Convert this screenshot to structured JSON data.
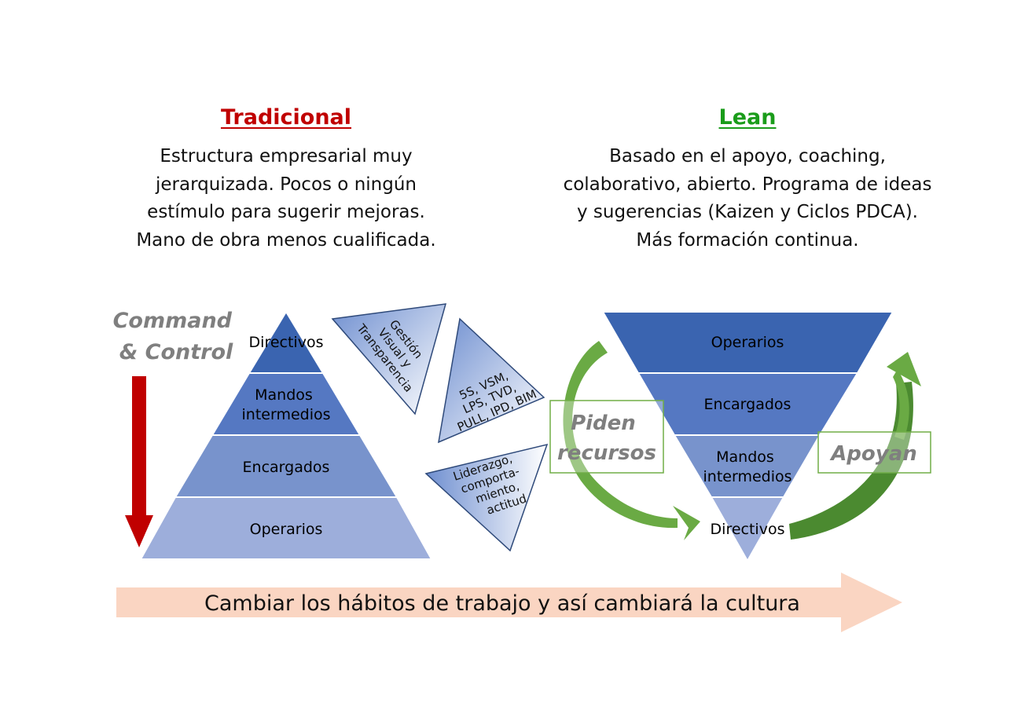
{
  "traditional": {
    "title": "Tradicional",
    "title_color": "#c00000",
    "description_lines": [
      "Estructura empresarial muy",
      "jerarquizada. Pocos o ningún",
      "estímulo para sugerir mejoras.",
      "Mano de obra menos cualificada."
    ],
    "side_label_lines": [
      "Command",
      "& Control"
    ],
    "pyramid_levels": [
      {
        "lines": [
          "Directivos"
        ],
        "color": "#3a64b0"
      },
      {
        "lines": [
          "Mandos",
          "intermedios"
        ],
        "color": "#5578c2"
      },
      {
        "lines": [
          "Encargados"
        ],
        "color": "#7893cc"
      },
      {
        "lines": [
          "Operarios"
        ],
        "color": "#9daedb"
      }
    ]
  },
  "lean": {
    "title": "Lean",
    "title_color": "#1a9c1a",
    "description_lines": [
      "Basado en el apoyo, coaching,",
      "colaborativo, abierto. Programa de ideas",
      "y sugerencias (Kaizen y Ciclos PDCA).",
      "Más formación continua."
    ],
    "pyramid_levels": [
      {
        "lines": [
          "Operarios"
        ],
        "color": "#3a64b0"
      },
      {
        "lines": [
          "Encargados"
        ],
        "color": "#5578c2"
      },
      {
        "lines": [
          "Mandos",
          "intermedios"
        ],
        "color": "#7893cc"
      },
      {
        "lines": [
          "Directivos"
        ],
        "color": "#9daedb"
      }
    ],
    "left_cycle_label_lines": [
      "Piden",
      "recursos"
    ],
    "right_cycle_label_lines": [
      "Apoyan"
    ]
  },
  "tools": [
    {
      "lines": [
        "Gestión",
        "Visual y",
        "Transparencia"
      ]
    },
    {
      "lines": [
        "5S, VSM,",
        "LPS, TVD,",
        "PULL, IPD, BIM"
      ]
    },
    {
      "lines": [
        "Liderazgo,",
        "comporta-",
        "miento,",
        "actitud"
      ]
    }
  ],
  "bottom_arrow": {
    "text": "Cambiar los hábitos de trabajo y así cambiará la cultura",
    "color": "#fad5c2"
  },
  "colors": {
    "command_arrow": "#c00000",
    "cycle_arrow": "#6aaa44",
    "cycle_arrow_dark": "#4b8a30",
    "label_gray": "#7f7f7f",
    "label_box_border": "#70ad47"
  }
}
